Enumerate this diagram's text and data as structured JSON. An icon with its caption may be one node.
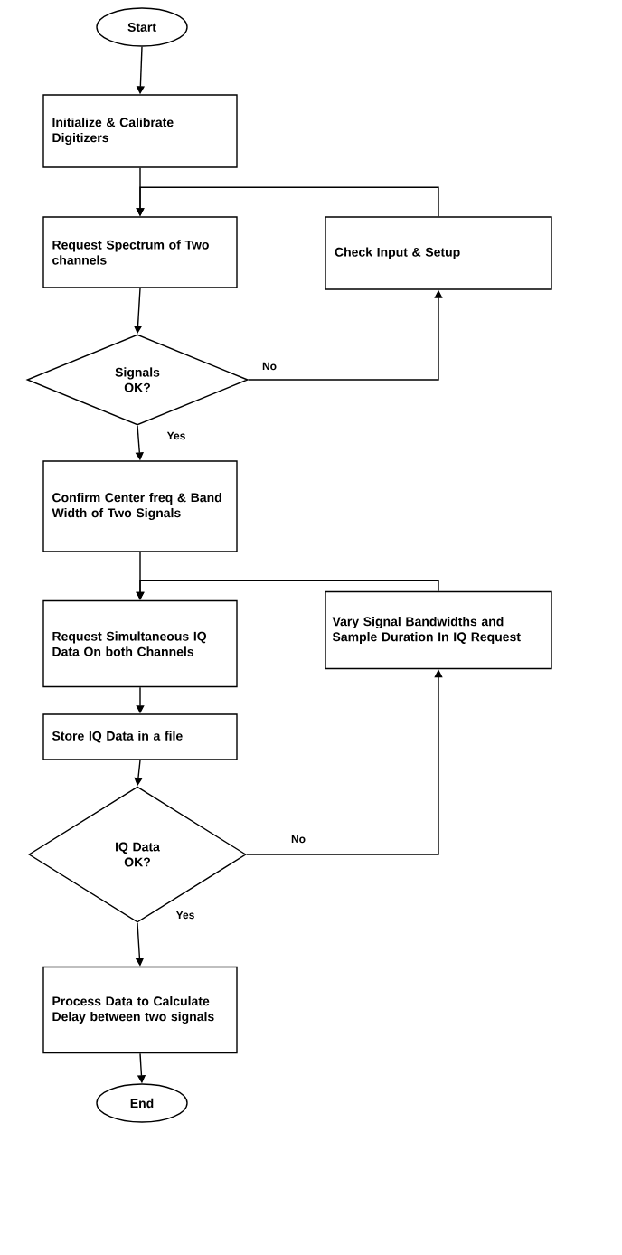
{
  "diagram": {
    "nodes": [
      {
        "text": [
          "Start"
        ]
      },
      {
        "text": [
          "Initialize & Calibrate Digitizers"
        ]
      },
      {
        "text": [
          "Request Spectrum of Two channels"
        ]
      },
      {
        "text": [
          "Check Input & Setup"
        ]
      },
      {
        "text": [
          "Signals OK?"
        ]
      },
      {
        "text": [
          "Confirm Center freq & Band Width of Two Signals"
        ]
      },
      {
        "text": [
          "Request Simultaneous IQ Data On both Channels"
        ]
      },
      {
        "text": [
          "Vary Signal Bandwidths and Sample Duration In IQ Request"
        ]
      },
      {
        "text": [
          "Store IQ Data in a file"
        ]
      },
      {
        "text": [
          "IQ Data OK?"
        ]
      },
      {
        "text": [
          "Process Data to Calculate Delay between two signals"
        ]
      },
      {
        "text": [
          "End"
        ]
      }
    ],
    "edges": [
      {
        "from": 0,
        "to": 1,
        "arrow": "to"
      },
      {
        "from": 1,
        "to": 2,
        "arrow": "to"
      },
      {
        "from": 2,
        "to": 4,
        "arrow": "to"
      },
      {
        "from": 4,
        "to": 3,
        "arrow": "to",
        "label": "No"
      },
      {
        "from": 3,
        "to": 2,
        "arrow": "to"
      },
      {
        "from": 4,
        "to": 5,
        "arrow": "to",
        "label": "Yes"
      },
      {
        "from": 5,
        "to": 6,
        "arrow": "to"
      },
      {
        "from": 6,
        "to": 8,
        "arrow": "to"
      },
      {
        "from": 8,
        "to": 9,
        "arrow": "to"
      },
      {
        "from": 9,
        "to": 7,
        "arrow": "to",
        "label": "No"
      },
      {
        "from": 7,
        "to": 6,
        "arrow": "to"
      },
      {
        "from": 9,
        "to": 10,
        "arrow": "to",
        "label": "Yes"
      },
      {
        "from": 10,
        "to": 11,
        "arrow": "to"
      }
    ]
  }
}
